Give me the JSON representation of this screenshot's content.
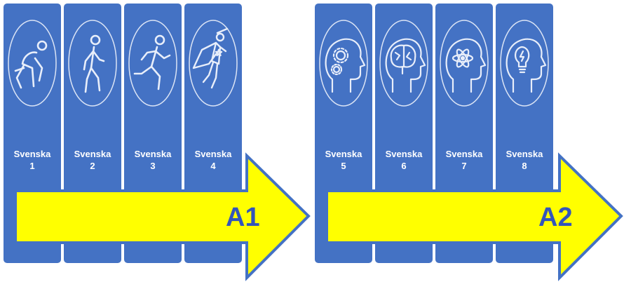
{
  "colors": {
    "card": "#4472c4",
    "arrow_fill": "#ffff00",
    "arrow_stroke": "#4472c4",
    "arrow_text": "#3355bb"
  },
  "groups": [
    {
      "arrow_label": "A1",
      "cards": [
        {
          "line1": "Svenska",
          "line2": "1",
          "icon": "crouching-person-icon"
        },
        {
          "line1": "Svenska",
          "line2": "2",
          "icon": "walking-person-icon"
        },
        {
          "line1": "Svenska",
          "line2": "3",
          "icon": "running-person-icon"
        },
        {
          "line1": "Svenska",
          "line2": "4",
          "icon": "flying-superhero-icon"
        }
      ]
    },
    {
      "arrow_label": "A2",
      "cards": [
        {
          "line1": "Svenska",
          "line2": "5",
          "icon": "head-gears-icon"
        },
        {
          "line1": "Svenska",
          "line2": "6",
          "icon": "head-brain-icon"
        },
        {
          "line1": "Svenska",
          "line2": "7",
          "icon": "head-atom-icon"
        },
        {
          "line1": "Svenska",
          "line2": "8",
          "icon": "head-lightbulb-icon"
        }
      ]
    }
  ]
}
